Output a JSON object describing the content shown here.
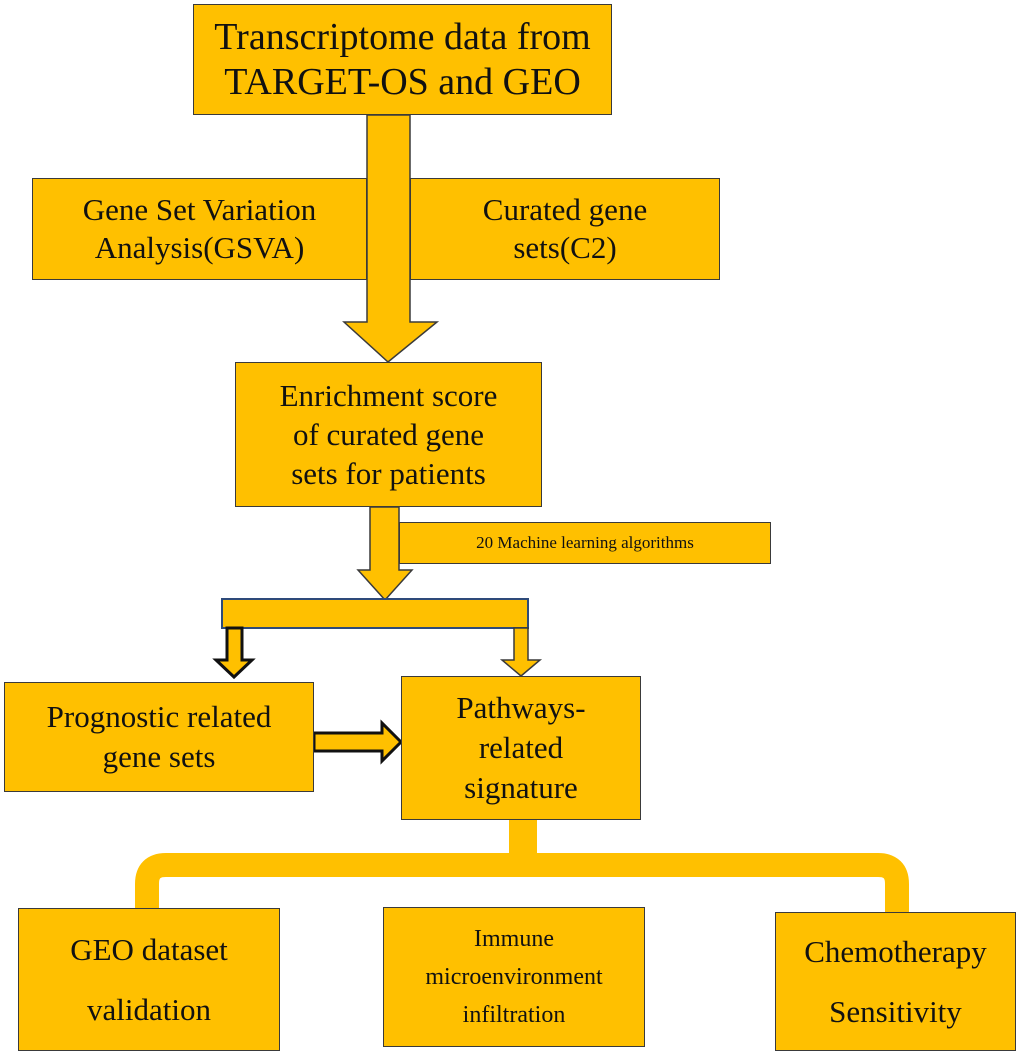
{
  "colors": {
    "fill": "#FFC000",
    "stroke": "#3a3a3a",
    "blue_outline": "#2e4a7a",
    "text": "#111111"
  },
  "nodes": {
    "transcriptome": {
      "line1": "Transcriptome data from",
      "line2": "TARGET-OS and  GEO"
    },
    "gsva": {
      "line1": "Gene Set Variation",
      "line2": "Analysis(GSVA)"
    },
    "curated": {
      "line1": "Curated gene",
      "line2": "sets(C2)"
    },
    "enrichment": {
      "line1": "Enrichment score",
      "line2": "of curated gene",
      "line3": "sets for patients"
    },
    "ml": {
      "label": "20 Machine learning algorithms"
    },
    "prognostic": {
      "line1": "Prognostic related",
      "line2": "gene sets"
    },
    "pathways": {
      "line1": "Pathways-",
      "line2": "related",
      "line3": "signature"
    },
    "geo_validation": {
      "line1": "GEO dataset",
      "line2": "validation"
    },
    "immune": {
      "line1": "Immune",
      "line2": "microenvironment",
      "line3": "infiltration"
    },
    "chemo": {
      "line1": "Chemotherapy",
      "line2": "Sensitivity"
    }
  }
}
